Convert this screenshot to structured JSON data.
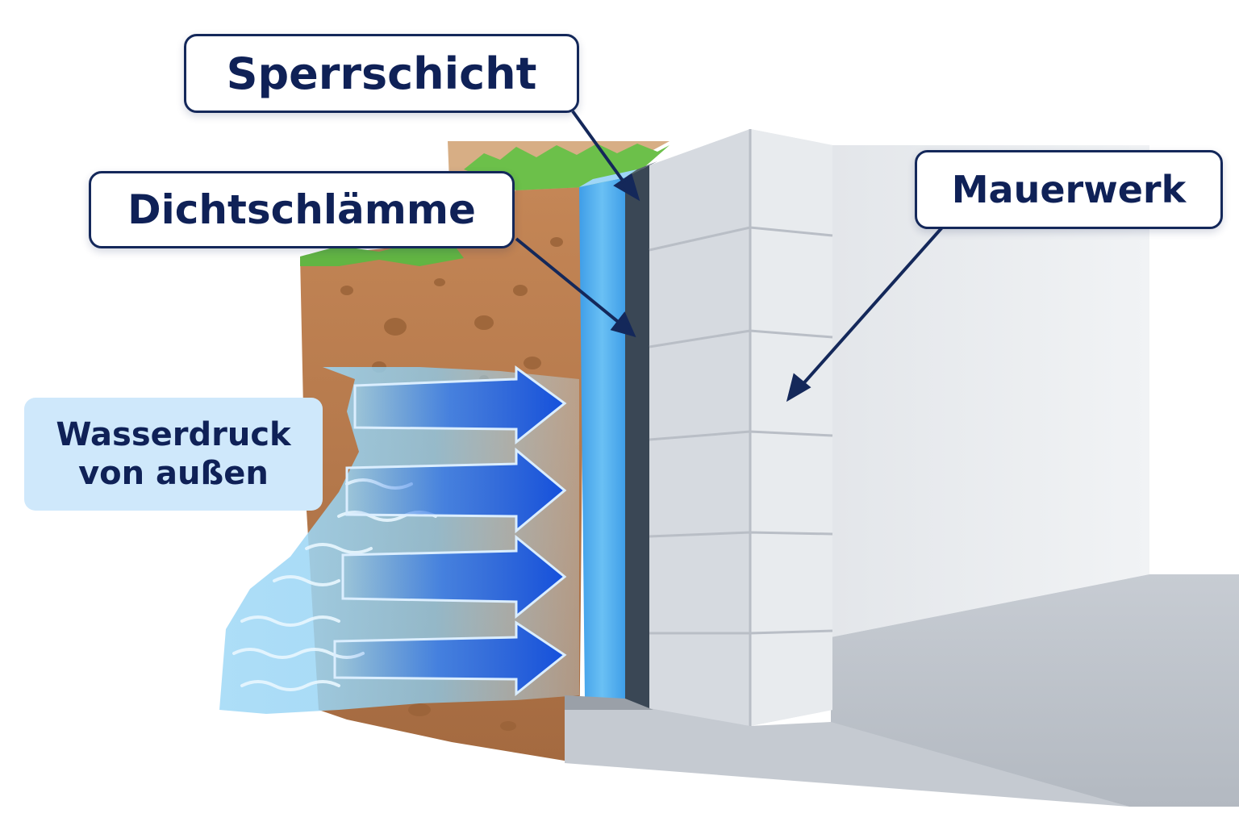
{
  "labels": {
    "sperrschicht": "Sperrschicht",
    "dichtschlaemme": "Dichtschlämme",
    "mauerwerk": "Mauerwerk",
    "wasserdruck_line1": "Wasserdruck",
    "wasserdruck_line2": "von außen"
  },
  "colors": {
    "label_border": "#14285a",
    "label_text": "#0f2157",
    "soil": "#b87a4e",
    "grass": "#6cc04a",
    "water": "#7fc8f0",
    "dichtschlaemme": "#58b3ef",
    "sperrschicht": "#3a4755",
    "mauerwerk": "#dfe3e8",
    "arrow": "#1a5fe0"
  },
  "icons": {
    "pressure_arrows": "arrow-right-icon",
    "leader_arrows": "arrow-pointer-icon"
  }
}
